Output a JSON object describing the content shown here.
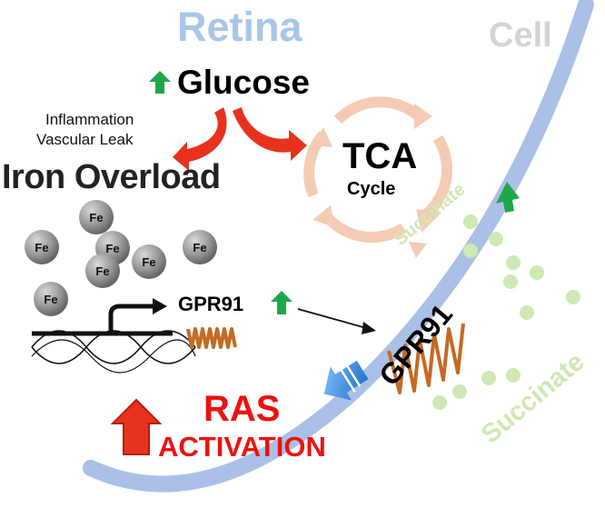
{
  "labels": {
    "retina": "Retina",
    "cell": "Cell",
    "glucose": "Glucose",
    "inflammation": "Inflammation",
    "vascular_leak": "Vascular Leak",
    "iron_overload": "Iron Overload",
    "tca": "TCA",
    "cycle": "Cycle",
    "succinate_inner": "Succinate",
    "succinate_outer": "Succinate",
    "gpr91_gene": "GPR91",
    "gpr91_receptor": "GPR91",
    "ras": "RAS",
    "activation": "ACTIVATION"
  },
  "fe_label": "Fe",
  "colors": {
    "retina_title": "#a9c6e8",
    "cell_title": "#d4d4d4",
    "membrane": "#aac0e6",
    "up_arrow": "#1ea84a",
    "red_arrow": "#e8321e",
    "tca_ring": "#f6cbb4",
    "succinate": "#cfe8b4",
    "receptor_coil": "#c46a24",
    "ras_text": "#ee1111",
    "blue_arrow": "#1d7ad8"
  }
}
